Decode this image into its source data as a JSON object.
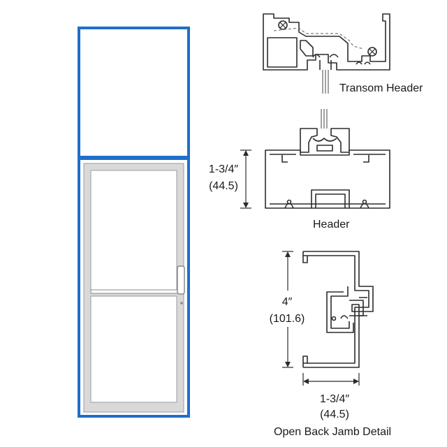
{
  "labels": {
    "transom_header": "Transom Header",
    "header": "Header",
    "header_dim_in": "1-3/4″",
    "header_dim_mm": "(44.5)",
    "jamb_dim_in": "4″",
    "jamb_dim_mm": "(101.6)",
    "jamb_width_in": "1-3/4″",
    "jamb_width_mm": "(44.5)",
    "jamb_detail": "Open Back Jamb Detail"
  },
  "colors": {
    "frame_blue": "#1f6fc9",
    "door_gray": "#d6d6d6",
    "profile_line": "#2b2b2b",
    "profile_fill": "#ffffff"
  }
}
